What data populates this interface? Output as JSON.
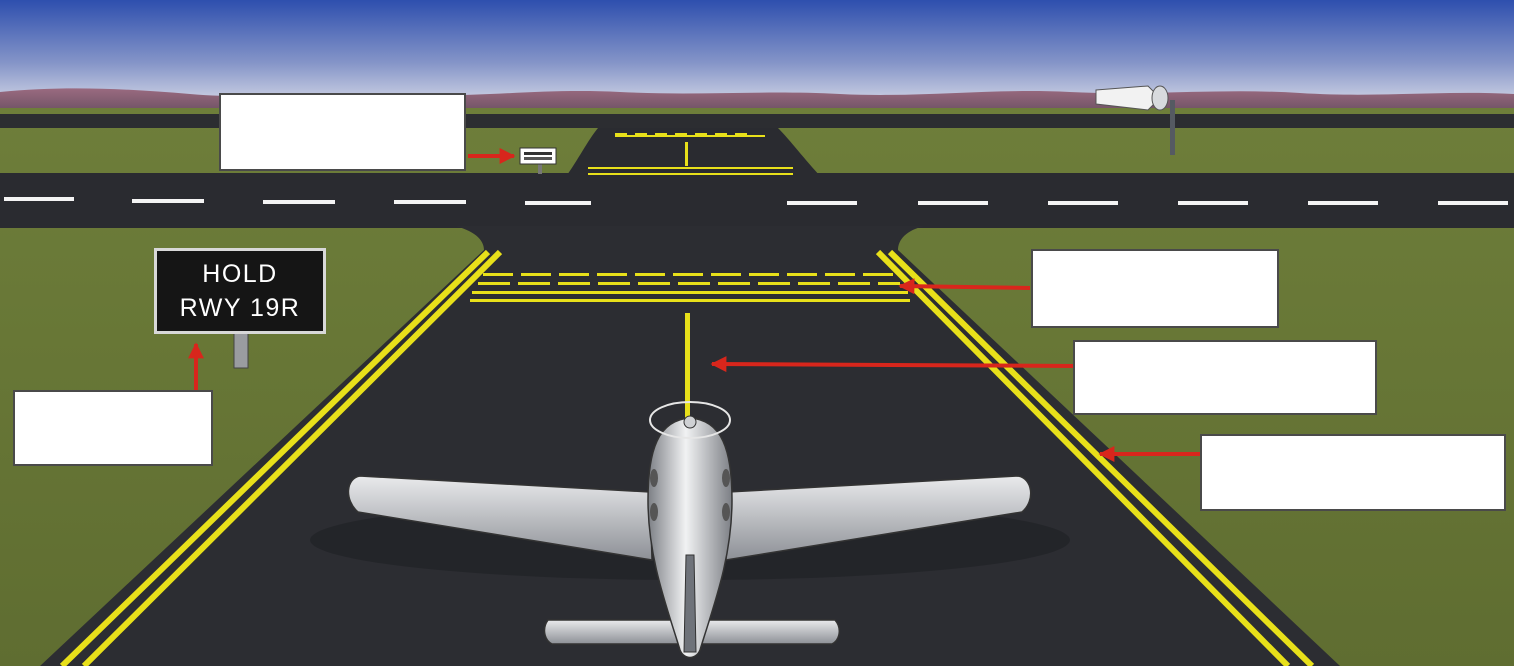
{
  "sign": {
    "line1": "HOLD",
    "line2": "RWY 19R"
  },
  "labels": [
    {
      "id": "label-runway-sign",
      "text": ""
    },
    {
      "id": "label-hold-position-sign",
      "text": ""
    },
    {
      "id": "label-hold-position-markings",
      "text": ""
    },
    {
      "id": "label-taxiway-centerline",
      "text": ""
    },
    {
      "id": "label-taxiway-edge-markings",
      "text": ""
    }
  ],
  "colors": {
    "sky_top": "#2e4fae",
    "sky_bottom": "#c6cde3",
    "hills": "#8a5a6e",
    "grass": "#6f7f3c",
    "pavement": "#2a2b30",
    "yellow_marking": "#e8e01a",
    "white_marking": "#ffffff",
    "arrow": "#d8261c",
    "aircraft": "#b9bcc1"
  }
}
